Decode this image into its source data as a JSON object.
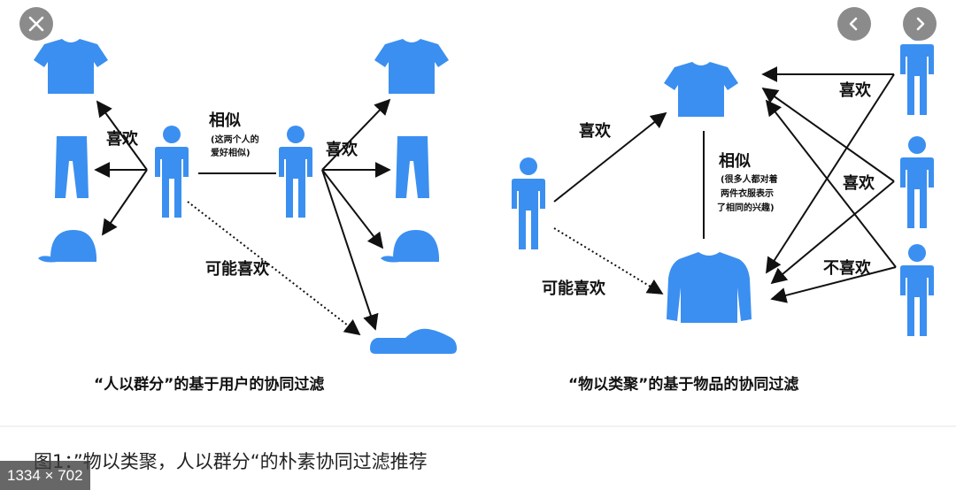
{
  "viewer": {
    "close_icon": "close-icon",
    "prev_icon": "chevron-left-icon",
    "next_icon": "chevron-right-icon",
    "dimensions": "1334 × 702"
  },
  "left_diagram": {
    "like": "喜欢",
    "similar": "相似",
    "similar_note_1": "(这两个人的",
    "similar_note_2": "爱好相似)",
    "like_2": "喜欢",
    "may_like": "可能喜欢",
    "caption": "“人以群分”的基于用户的协同过滤"
  },
  "right_diagram": {
    "like": "喜欢",
    "similar": "相似",
    "similar_note_1": "(很多人都对着",
    "similar_note_2": "两件衣服表示",
    "similar_note_3": "了相同的兴趣)",
    "may_like": "可能喜欢",
    "like_2": "喜欢",
    "like_3": "喜欢",
    "dislike": "不喜欢",
    "caption": "“物以类聚”的基于物品的协同过滤"
  },
  "figure_caption": "图1：”物以类聚，人以群分“的朴素协同过滤推荐",
  "colors": {
    "item_blue": "#3b8ff0",
    "arrow": "#111111",
    "button_gray": "#8b8b8b"
  }
}
